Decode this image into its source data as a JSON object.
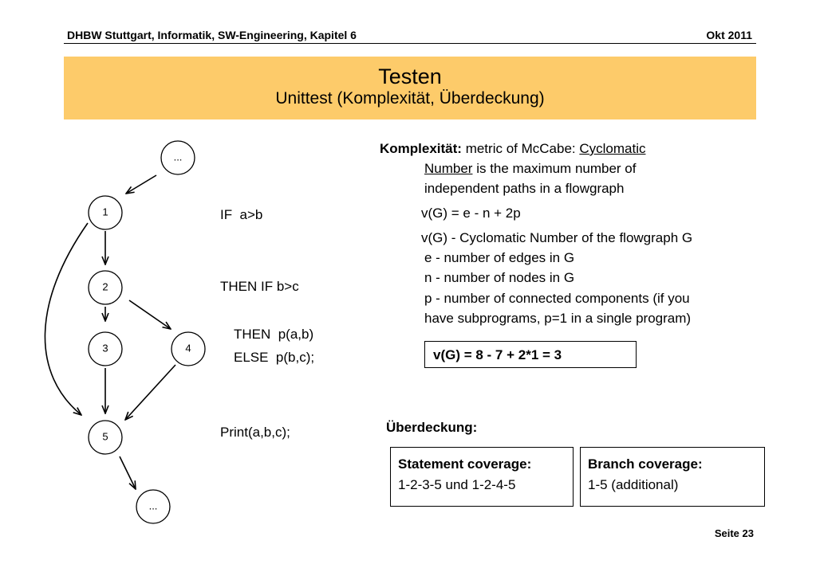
{
  "header": {
    "left": "DHBW Stuttgart, Informatik, SW-Engineering, Kapitel 6",
    "right": "Okt  2011"
  },
  "banner": {
    "title": "Testen",
    "subtitle": "Unittest (Komplexität, Überdeckung)"
  },
  "graph": {
    "nodes": [
      "...",
      "1",
      "2",
      "3",
      "4",
      "5",
      "..."
    ]
  },
  "code": {
    "line1": "IF  a>b",
    "line2": "THEN IF b>c",
    "line3": "THEN  p(a,b)",
    "line4": "ELSE  p(b,c);",
    "line5": "Print(a,b,c);"
  },
  "complexity": {
    "label": "Komplexität:",
    "intro": " metric of McCabe: ",
    "term1": "Cyclomatic",
    "term2": "Number",
    "rest1": " is the maximum number of",
    "rest2": "independent paths in a flowgraph",
    "formula": "v(G) = e - n + 2p",
    "def1": "v(G) - Cyclomatic Number of the flowgraph G",
    "def2": "e - number of edges in G",
    "def3": "n - number of nodes in G",
    "def4": "p - number of connected components (if you",
    "def5": "have subprograms, p=1 in a single program)",
    "result": "v(G)  =  8 - 7 + 2*1  =  3"
  },
  "coverage": {
    "label": "Überdeckung:",
    "statement_title": "Statement coverage:",
    "statement_value": "1-2-3-5 und 1-2-4-5",
    "branch_title": "Branch coverage:",
    "branch_value": "1-5 (additional)"
  },
  "footer": {
    "page": "Seite 23"
  }
}
